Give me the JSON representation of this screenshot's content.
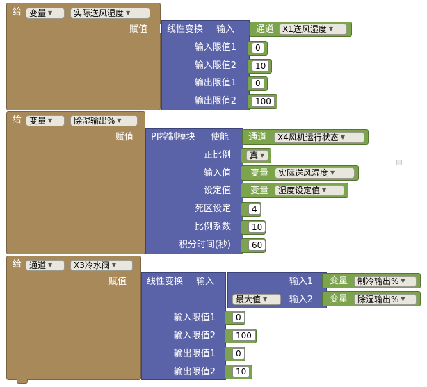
{
  "block1": {
    "set": "给",
    "kind": "变量",
    "target": "实际送风湿度",
    "assign": "赋值",
    "func": "线性变换",
    "in_label": "输入",
    "in_src": "通道",
    "in_val": "X1送风湿度",
    "rows": [
      {
        "label": "输入限值1",
        "value": "0"
      },
      {
        "label": "输入限值2",
        "value": "10"
      },
      {
        "label": "输出限值1",
        "value": "0"
      },
      {
        "label": "输出限值2",
        "value": "100"
      }
    ]
  },
  "block2": {
    "set": "给",
    "kind": "变量",
    "target": "除湿输出%",
    "assign": "赋值",
    "func": "PI控制模块",
    "en_label": "使能",
    "en_src": "通道",
    "en_val": "X4风机运行状态",
    "rows": [
      {
        "label": "正比例",
        "type": "pill",
        "value": "真"
      },
      {
        "label": "输入值",
        "type": "var",
        "src": "变量",
        "value": "实际送风湿度"
      },
      {
        "label": "设定值",
        "type": "var",
        "src": "变量",
        "value": "湿度设定值"
      },
      {
        "label": "死区设定",
        "type": "num",
        "value": "4"
      },
      {
        "label": "比例系数",
        "type": "num",
        "value": "10"
      },
      {
        "label": "积分时间(秒)",
        "type": "num",
        "value": "60"
      }
    ]
  },
  "block3": {
    "set": "给",
    "kind": "通道",
    "target": "X3冷水阀",
    "assign": "赋值",
    "func": "线性变换",
    "in_label": "输入",
    "max_label": "最大值",
    "in1_label": "输入1",
    "in1_src": "变量",
    "in1_val": "制冷输出%",
    "in2_label": "输入2",
    "in2_src": "变量",
    "in2_val": "除湿输出%",
    "rows": [
      {
        "label": "输入限值1",
        "value": "0"
      },
      {
        "label": "输入限值2",
        "value": "100"
      },
      {
        "label": "输出限值1",
        "value": "0"
      },
      {
        "label": "输出限值2",
        "value": "10"
      }
    ]
  }
}
